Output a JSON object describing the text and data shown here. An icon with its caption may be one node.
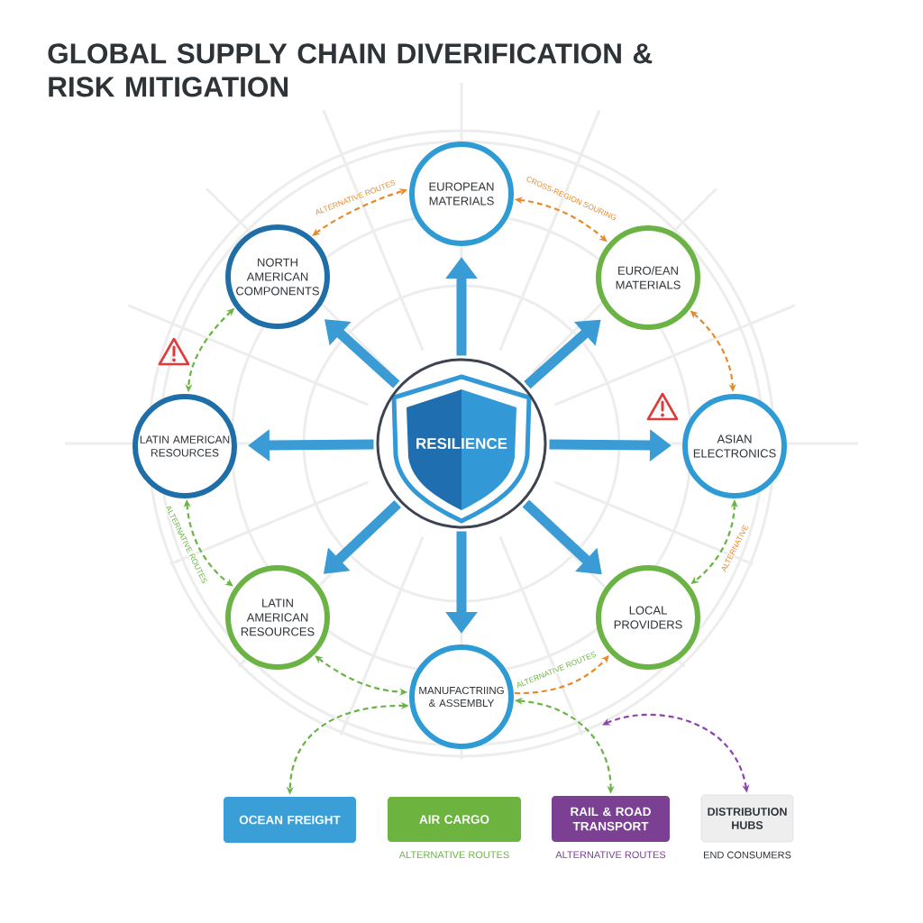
{
  "diagram": {
    "title": "GLOBAL SUPPLY CHAIN DIVERIFICATION & RISK MITIGATION",
    "nodes": [
      {
        "text": [
          "RESILIENCE"
        ]
      },
      {
        "text": [
          "EUROPEAN MATERIALS"
        ]
      },
      {
        "text": [
          "NORTH AMERICAN COMPONENTS"
        ]
      },
      {
        "text": [
          "EURO/EAN MATERIALS"
        ]
      },
      {
        "text": [
          "LATIN AMERICAN RESOURCES"
        ]
      },
      {
        "text": [
          "ASIAN ELECTRONICS"
        ]
      },
      {
        "text": [
          "LATIN AMERICAN RESOURCES"
        ]
      },
      {
        "text": [
          "LOCAL PROVIDERS"
        ]
      },
      {
        "text": [
          "MANUFACTRIING & ASSEMBLY"
        ]
      },
      {
        "text": [
          "OCEAN FREIGHT"
        ]
      },
      {
        "text": [
          "AIR CARGO"
        ],
        "beside": [
          "ALTERNATIVE ROUTES"
        ]
      },
      {
        "text": [
          "RAIL & ROAD TRANSPORT"
        ],
        "beside": [
          "ALTERNATIVE ROUTES"
        ]
      },
      {
        "text": [
          "DISTRIBUTION HUBS"
        ],
        "beside": [
          "END CONSUMERS"
        ]
      }
    ],
    "edges": [
      {
        "from": 0,
        "to": 1,
        "arrow": "to",
        "style": "thick",
        "color": "#3a9bd5"
      },
      {
        "from": 0,
        "to": 2,
        "arrow": "to",
        "style": "thick",
        "color": "#3a9bd5"
      },
      {
        "from": 0,
        "to": 3,
        "arrow": "to",
        "style": "thick",
        "color": "#3a9bd5"
      },
      {
        "from": 0,
        "to": 4,
        "arrow": "to",
        "style": "thick",
        "color": "#3a9bd5"
      },
      {
        "from": 0,
        "to": 5,
        "arrow": "to",
        "style": "thick",
        "color": "#3a9bd5"
      },
      {
        "from": 0,
        "to": 6,
        "arrow": "to",
        "style": "thick",
        "color": "#3a9bd5"
      },
      {
        "from": 0,
        "to": 7,
        "arrow": "to",
        "style": "thick",
        "color": "#3a9bd5"
      },
      {
        "from": 0,
        "to": 8,
        "arrow": "to",
        "style": "thick",
        "color": "#3a9bd5"
      },
      {
        "from": 2,
        "to": 1,
        "arrow": "both",
        "style": "dashed",
        "color": "#e8892a",
        "label": "ALTERNATIVE ROUTES"
      },
      {
        "from": 1,
        "to": 3,
        "arrow": "both",
        "style": "dashed",
        "color": "#e8892a",
        "label": "CROSS-REGION SOURING"
      },
      {
        "from": 3,
        "to": 5,
        "arrow": "both",
        "style": "dashed",
        "color": "#e8892a"
      },
      {
        "from": 2,
        "to": 4,
        "arrow": "both",
        "style": "dashed",
        "color": "#6ab344"
      },
      {
        "from": 4,
        "to": 6,
        "arrow": "both",
        "style": "dashed",
        "color": "#6ab344",
        "label": "ALTERNATIVE ROUTES"
      },
      {
        "from": 5,
        "to": 7,
        "arrow": "both",
        "style": "dashed",
        "color": "#6ab344",
        "label": "ALTERNATIVE"
      },
      {
        "from": 6,
        "to": 8,
        "arrow": "both",
        "style": "dashed",
        "color": "#6ab344"
      },
      {
        "from": 8,
        "to": 7,
        "arrow": "to",
        "style": "dashed",
        "color": "#e8892a",
        "label": "ALTERNATIVE ROUTES"
      },
      {
        "from": 8,
        "to": 9,
        "arrow": "both",
        "style": "dashed",
        "color": "#6ab344"
      },
      {
        "from": 8,
        "to": 11,
        "arrow": "both",
        "style": "dashed",
        "color": "#6ab344"
      },
      {
        "from": null,
        "to": 12,
        "arrow": "both",
        "style": "dashed",
        "color": "#8e44ad"
      }
    ]
  }
}
